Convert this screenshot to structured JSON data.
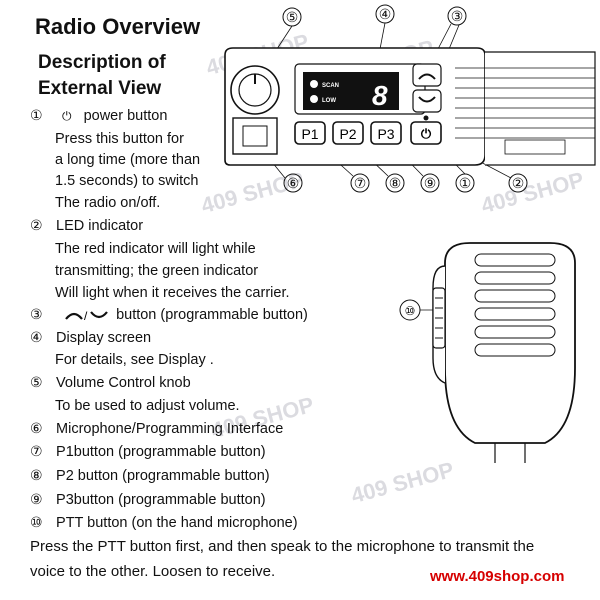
{
  "heading": {
    "title": "Radio Overview",
    "subtitle_line1": "Description of",
    "subtitle_line2": "External View"
  },
  "callouts": [
    "⑤",
    "④",
    "③",
    "⑥",
    "⑦",
    "⑧",
    "⑨",
    "①",
    "②",
    "⑩"
  ],
  "display": {
    "scan_label": "SCAN",
    "low_label": "LOW",
    "digit": "8"
  },
  "buttons": {
    "p1": "P1",
    "p2": "P2",
    "p3": "P3",
    "power_glyph": "⏻"
  },
  "items": [
    {
      "num": "①",
      "lines": [
        "power button",
        "Press this button for",
        "a long time (more than",
        "1.5 seconds) to switch",
        "The radio on/off."
      ]
    },
    {
      "num": "②",
      "lines": [
        "LED indicator",
        "The red indicator will light while",
        "transmitting; the green indicator",
        "Will light when it receives the carrier."
      ]
    },
    {
      "num": "③",
      "lines": [
        "button (programmable button)"
      ]
    },
    {
      "num": "④",
      "lines": [
        "Display screen",
        "For details, see Display ."
      ]
    },
    {
      "num": "⑤",
      "lines": [
        "Volume Control knob",
        "To be used to adjust volume."
      ]
    },
    {
      "num": "⑥",
      "lines": [
        "Microphone/Programming Interface"
      ]
    },
    {
      "num": "⑦",
      "lines": [
        "P1button (programmable button)"
      ]
    },
    {
      "num": "⑧",
      "lines": [
        "P2 button (programmable button)"
      ]
    },
    {
      "num": "⑨",
      "lines": [
        "P3button (programmable button)"
      ]
    },
    {
      "num": "⑩",
      "lines": [
        "PTT button (on the hand microphone)"
      ]
    }
  ],
  "footer": {
    "line1": "Press the PTT button first, and then speak to the microphone to transmit the",
    "line2": "voice to the other. Loosen to receive.",
    "url": "www.409shop.com"
  },
  "watermarks": [
    "409 SHOP"
  ],
  "icons": {
    "power": "power-icon",
    "up": "arc-up-icon",
    "down": "arc-down-icon"
  },
  "colors": {
    "url": "#d60000",
    "text": "#111111",
    "watermark": "#bfbfc8"
  }
}
